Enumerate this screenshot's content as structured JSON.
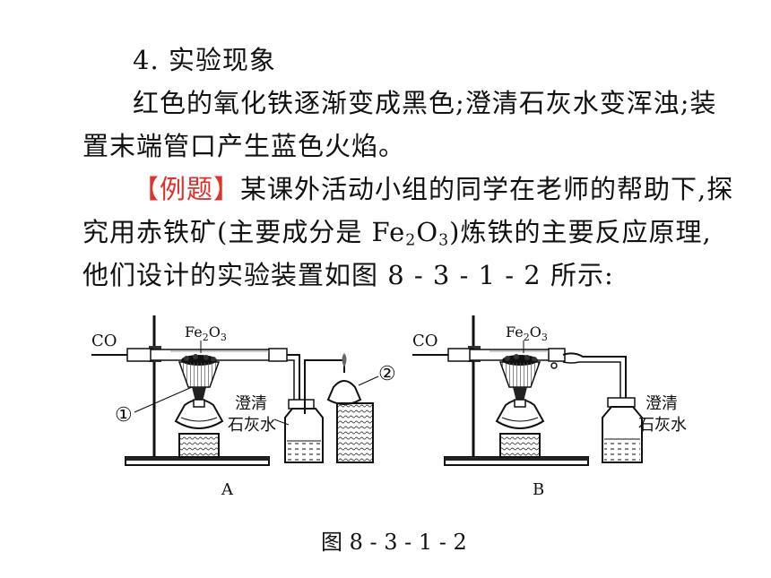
{
  "text": {
    "heading": "4. 实验现象",
    "line1": "红色的氧化铁逐渐变成黑色;澄清石灰水变浑浊;装",
    "line2": "置末端管口产生蓝色火焰。",
    "example_tag": "【例题】",
    "line3_rest": "某课外活动小组的同学在老师的帮助下,探",
    "line4_a": "究用赤铁矿(主要成分是 Fe",
    "line4_sub1": "2",
    "line4_b": "O",
    "line4_sub2": "3",
    "line4_c": ")炼铁的主要反应原理,",
    "line5": "他们设计的实验装置如图 8 - 3 - 1 - 2 所示:"
  },
  "figure": {
    "A": {
      "co_label": "CO",
      "fe_label_a": "Fe",
      "fe_sub1": "2",
      "fe_label_b": "O",
      "fe_sub2": "3",
      "marker1": "①",
      "marker2": "②",
      "water_line1": "澄清",
      "water_line2": "石灰水",
      "letter": "A"
    },
    "B": {
      "co_label": "CO",
      "fe_label_a": "Fe",
      "fe_sub1": "2",
      "fe_label_b": "O",
      "fe_sub2": "3",
      "water_line1": "澄清",
      "water_line2": "石灰水",
      "letter": "B"
    },
    "caption": "图 8 - 3 - 1 - 2"
  }
}
